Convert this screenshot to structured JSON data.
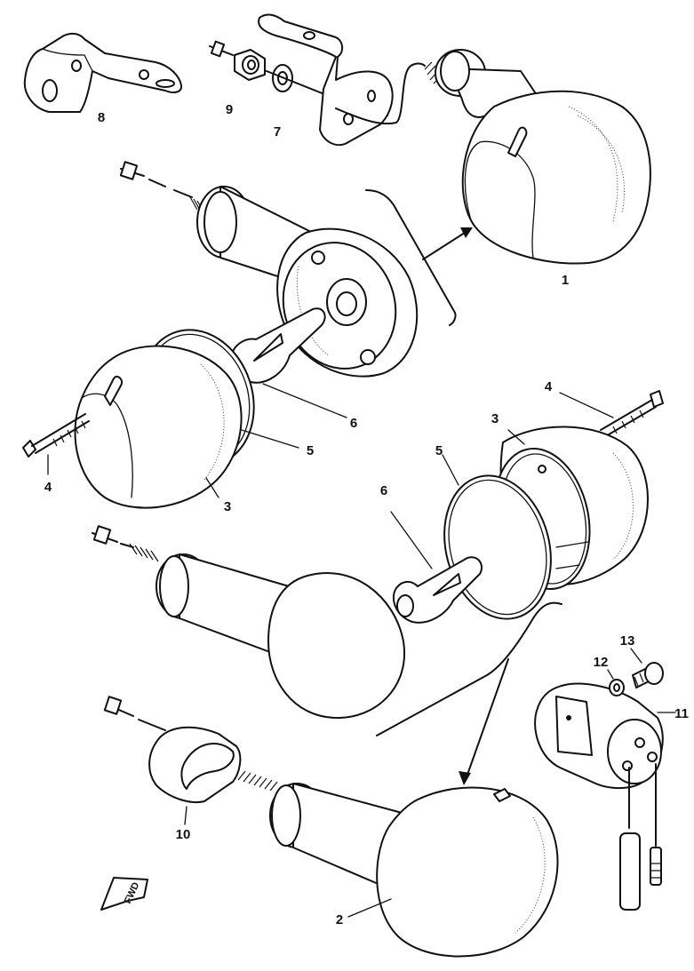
{
  "callouts": [
    {
      "id": "c1",
      "text": "1"
    },
    {
      "id": "c2",
      "text": "2"
    },
    {
      "id": "c3a",
      "text": "3"
    },
    {
      "id": "c3b",
      "text": "3"
    },
    {
      "id": "c4a",
      "text": "4"
    },
    {
      "id": "c4b",
      "text": "4"
    },
    {
      "id": "c5a",
      "text": "5"
    },
    {
      "id": "c5b",
      "text": "5"
    },
    {
      "id": "c6a",
      "text": "6"
    },
    {
      "id": "c6b",
      "text": "6"
    },
    {
      "id": "c7",
      "text": "7"
    },
    {
      "id": "c8",
      "text": "8"
    },
    {
      "id": "c9",
      "text": "9"
    },
    {
      "id": "c10",
      "text": "10"
    },
    {
      "id": "c11",
      "text": "11"
    },
    {
      "id": "c12",
      "text": "12"
    },
    {
      "id": "c13",
      "text": "13"
    }
  ],
  "fwd_mark": "FWD"
}
